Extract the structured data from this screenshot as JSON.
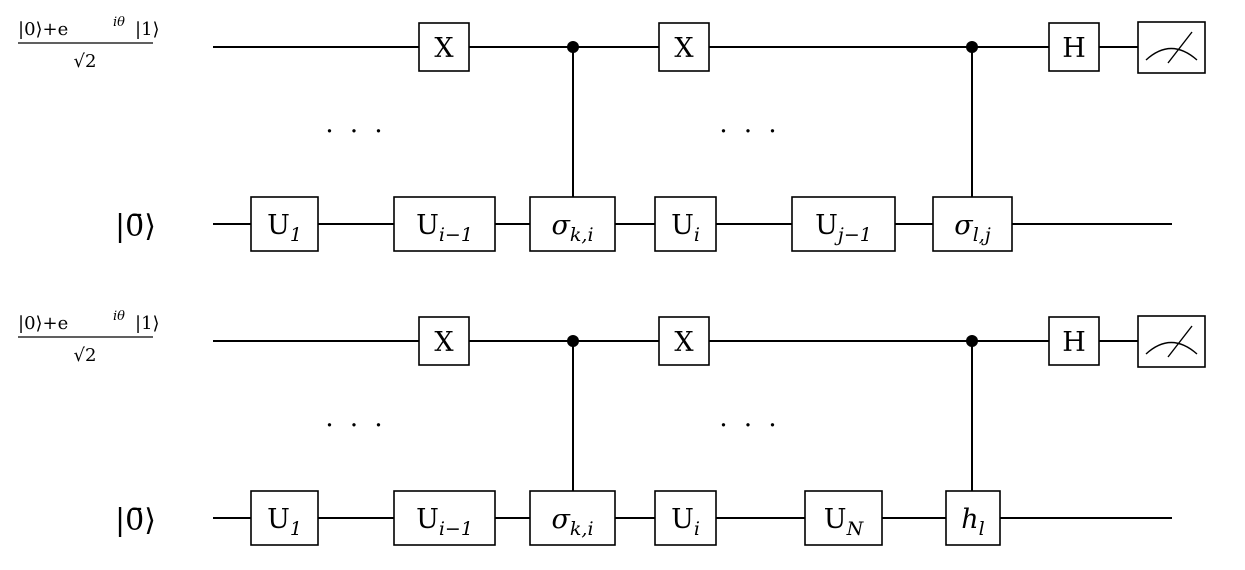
{
  "circuits": [
    {
      "top_label": {
        "numerator": "|0⟩+e",
        "sup": "iθ",
        "numerator_tail": "|1⟩",
        "denominator": "√2"
      },
      "bottom_label": "|0̄⟩",
      "top_gates": [
        "X",
        "X",
        "H"
      ],
      "bottom_gates": [
        {
          "main": "U",
          "sub": "1"
        },
        {
          "main": "U",
          "sub": "i−1"
        },
        {
          "main": "σ",
          "sub": "k,i",
          "italic": true
        },
        {
          "main": "U",
          "sub": "i"
        },
        {
          "main": "U",
          "sub": "j−1"
        },
        {
          "main": "σ",
          "sub": "l,j",
          "italic": true
        }
      ],
      "dots": [
        "· · ·",
        "· · ·"
      ]
    },
    {
      "top_label": {
        "numerator": "|0⟩+e",
        "sup": "iθ",
        "numerator_tail": "|1⟩",
        "denominator": "√2"
      },
      "bottom_label": "|0̄⟩",
      "top_gates": [
        "X",
        "X",
        "H"
      ],
      "bottom_gates": [
        {
          "main": "U",
          "sub": "1"
        },
        {
          "main": "U",
          "sub": "i−1"
        },
        {
          "main": "σ",
          "sub": "k,i",
          "italic": true
        },
        {
          "main": "U",
          "sub": "i"
        },
        {
          "main": "U",
          "sub": "N"
        },
        {
          "main": "h",
          "sub": "l",
          "italic": true
        }
      ],
      "dots": [
        "· · ·",
        "· · ·"
      ]
    }
  ]
}
